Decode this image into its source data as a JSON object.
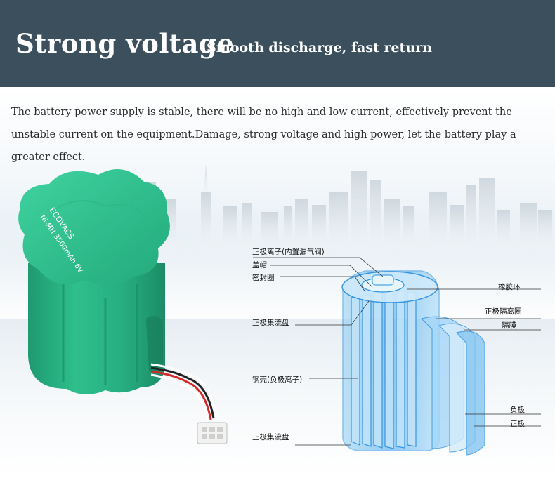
{
  "header": {
    "title": "Strong voltage",
    "subtitle": "Smooth discharge, fast return"
  },
  "description": "The battery power supply is stable, there will be no high and low current, effectively prevent the unstable current on the equipment.Damage, strong voltage and high power, let the battery play a greater effect.",
  "battery": {
    "brand": "ECOVACS",
    "spec_line1": "Ni-MH 3500mAh 6V",
    "color": "#2bb586",
    "wire_colors": [
      "#ffffff",
      "#222222",
      "#d22b2b"
    ]
  },
  "diagram": {
    "labels": {
      "positive_cap_vent": "正极离子(内置漏气阀)",
      "cap": "盖帽",
      "seal_ring": "密封圈",
      "positive_collector_top": "正极集流盘",
      "steel_shell": "钢壳(负极离子)",
      "positive_collector_bottom": "正极集流盘",
      "rubber_ring": "橡胶环",
      "positive_separator_ring": "正极隔离圈",
      "separator": "隔膜",
      "negative": "负极",
      "positive": "正极"
    },
    "accent_color": "#2a8fe0"
  }
}
